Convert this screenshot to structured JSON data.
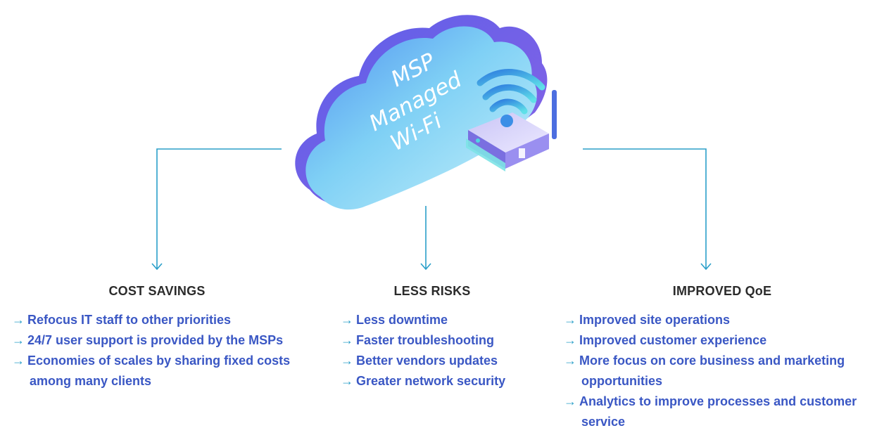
{
  "cloud": {
    "label_lines": [
      "MSP",
      "Managed",
      "Wi-Fi"
    ]
  },
  "columns": [
    {
      "title": "COST SAVINGS",
      "items": [
        [
          "Refocus IT staff to other priorities"
        ],
        [
          "24/7 user support is provided by the MSPs"
        ],
        [
          "Economies of scales by sharing fixed costs",
          "among many clients"
        ]
      ]
    },
    {
      "title": "LESS RISKS",
      "items": [
        [
          "Less downtime"
        ],
        [
          "Faster troubleshooting"
        ],
        [
          "Better vendors updates"
        ],
        [
          "Greater network security"
        ]
      ]
    },
    {
      "title": "IMPROVED QoE",
      "items": [
        [
          "Improved site operations"
        ],
        [
          "Improved customer experience"
        ],
        [
          "More focus on core business and marketing",
          "opportunities"
        ],
        [
          "Analytics to improve processes and customer",
          "service"
        ]
      ]
    }
  ],
  "arrow_glyph": "→",
  "colors": {
    "connector": "#2a9fc9",
    "item_text": "#3a57c4",
    "title_text": "#2b2b2b",
    "cloud_light": "#a9e6f8",
    "cloud_dark": "#6a6ff0"
  }
}
